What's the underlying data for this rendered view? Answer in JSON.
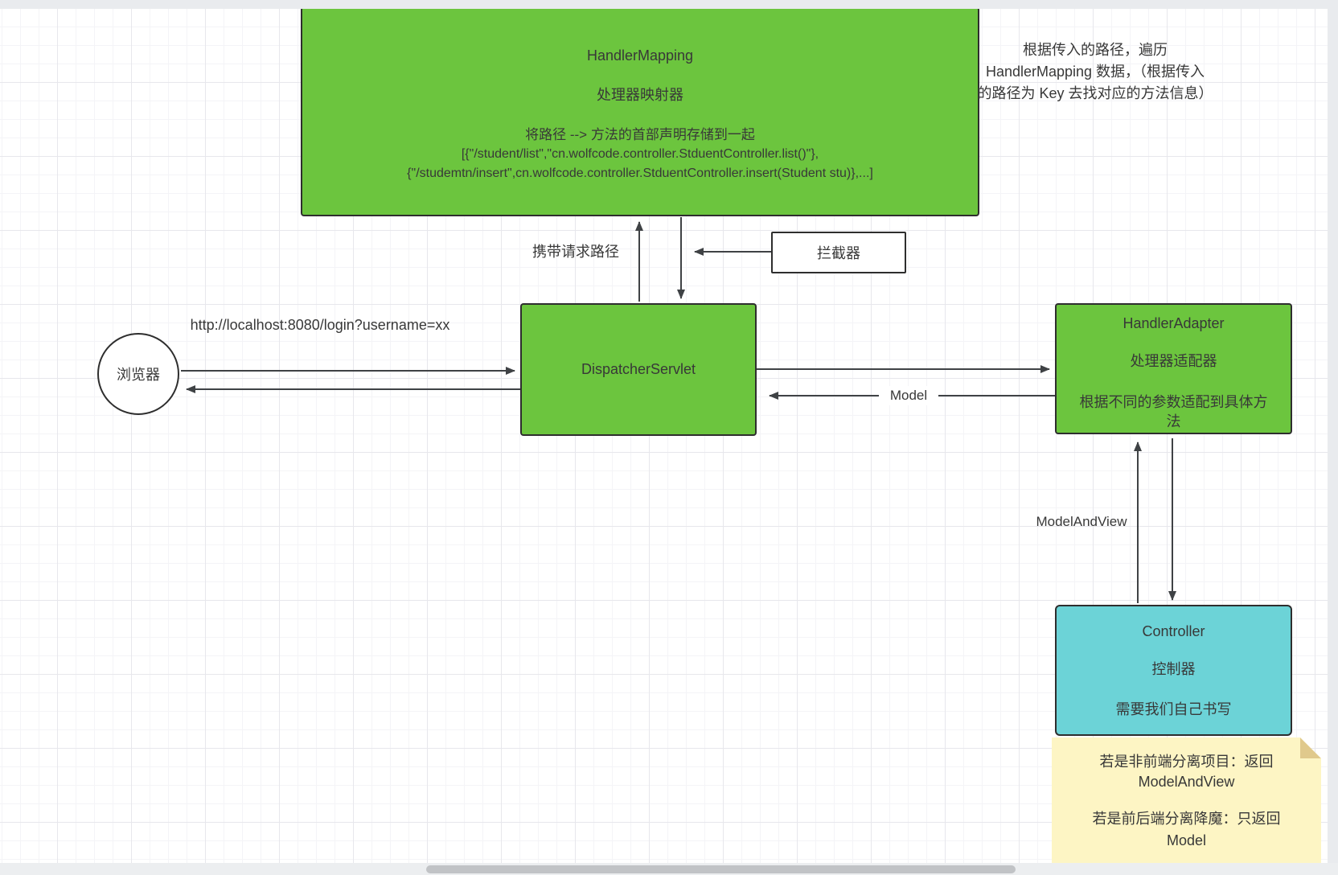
{
  "diagram": {
    "handler_mapping": {
      "title": "HandlerMapping",
      "subtitle": "处理器映射器",
      "desc": "将路径 --> 方法的首部声明存储到一起",
      "code_line1": "[{\"/student/list\",\"cn.wolfcode.controller.StduentController.list()\"},",
      "code_line2": "{\"/studemtn/insert\",cn.wolfcode.controller.StduentController.insert(Student stu)},...]"
    },
    "dispatcher_servlet": {
      "title": "DispatcherServlet"
    },
    "handler_adapter": {
      "title": "HandlerAdapter",
      "subtitle": "处理器适配器",
      "desc_line1": "根据不同的参数适配到具体方",
      "desc_line2": "法"
    },
    "controller": {
      "title": "Controller",
      "subtitle": "控制器",
      "desc": "需要我们自己书写"
    },
    "browser": {
      "label": "浏览器"
    },
    "interceptor": {
      "label": "拦截器"
    },
    "edge_labels": {
      "url": "http://localhost:8080/login?username=xx",
      "carry_path": "携带请求路径",
      "model": "Model",
      "model_and_view": "ModelAndView"
    },
    "annotation": {
      "line1": "根据传入的路径，遍历",
      "line2": "HandlerMapping 数据，（根据传入",
      "line3": "的路径为 Key 去找对应的方法信息）"
    },
    "note": {
      "line1": "若是非前端分离项目：返回",
      "line2": "ModelAndView",
      "line3": "若是前后端分离降魔：只返回",
      "line4": "Model"
    }
  },
  "colors": {
    "node_green": "#6cc53e",
    "node_cyan": "#6cd3d7",
    "node_border": "#2e2e2e",
    "note_bg": "#fdf5c4",
    "note_fold": "#e0c98c",
    "edge": "#3f4245",
    "text": "#383838",
    "chrome_gray": "#e9ebee",
    "scroll_thumb": "#c1c3c6"
  }
}
